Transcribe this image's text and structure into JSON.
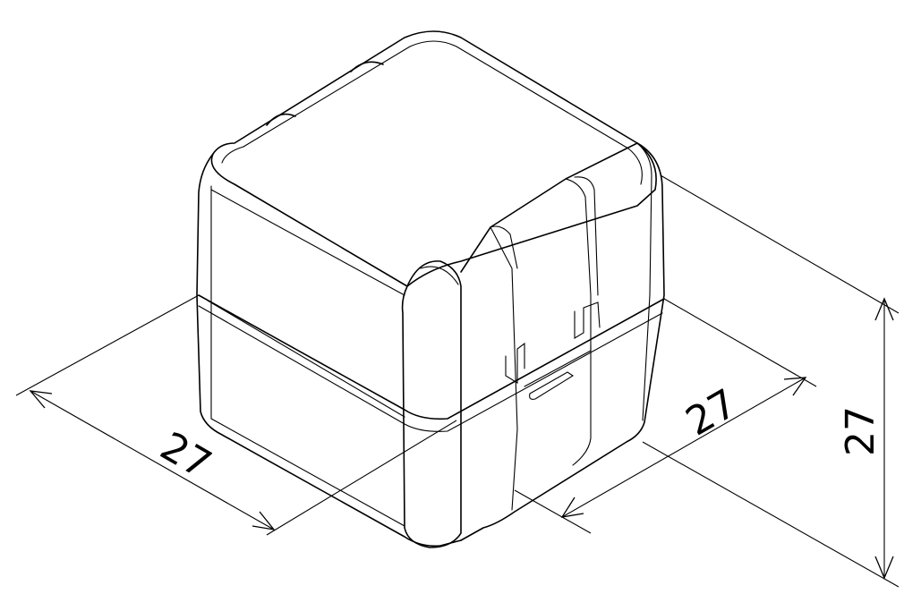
{
  "drawing": {
    "dimensions": {
      "left_width": "27",
      "right_depth": "27",
      "height": "27"
    }
  }
}
